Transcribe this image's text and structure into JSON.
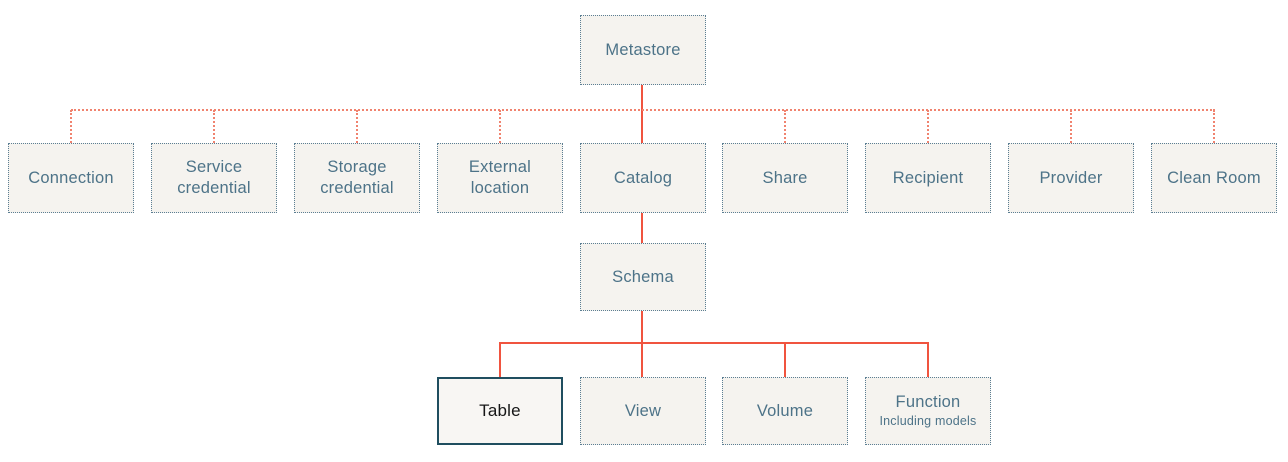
{
  "colors": {
    "accent": "#f0543f",
    "accent-dotted": "#f0836f",
    "node-border": "#5b7e93",
    "node-fill": "#f5f3ef",
    "node-text": "#4d7388",
    "highlight-border": "#1f4e5f",
    "highlight-text": "#161616"
  },
  "tree": {
    "root": {
      "label": "Metastore"
    },
    "level2": [
      {
        "label": "Connection"
      },
      {
        "label": "Service credential"
      },
      {
        "label": "Storage credential"
      },
      {
        "label": "External location"
      },
      {
        "label": "Catalog"
      },
      {
        "label": "Share"
      },
      {
        "label": "Recipient"
      },
      {
        "label": "Provider"
      },
      {
        "label": "Clean Room"
      }
    ],
    "level3": {
      "label": "Schema"
    },
    "level4": [
      {
        "label": "Table",
        "highlighted": true
      },
      {
        "label": "View"
      },
      {
        "label": "Volume"
      },
      {
        "label": "Function",
        "sublabel": "Including models"
      }
    ]
  }
}
